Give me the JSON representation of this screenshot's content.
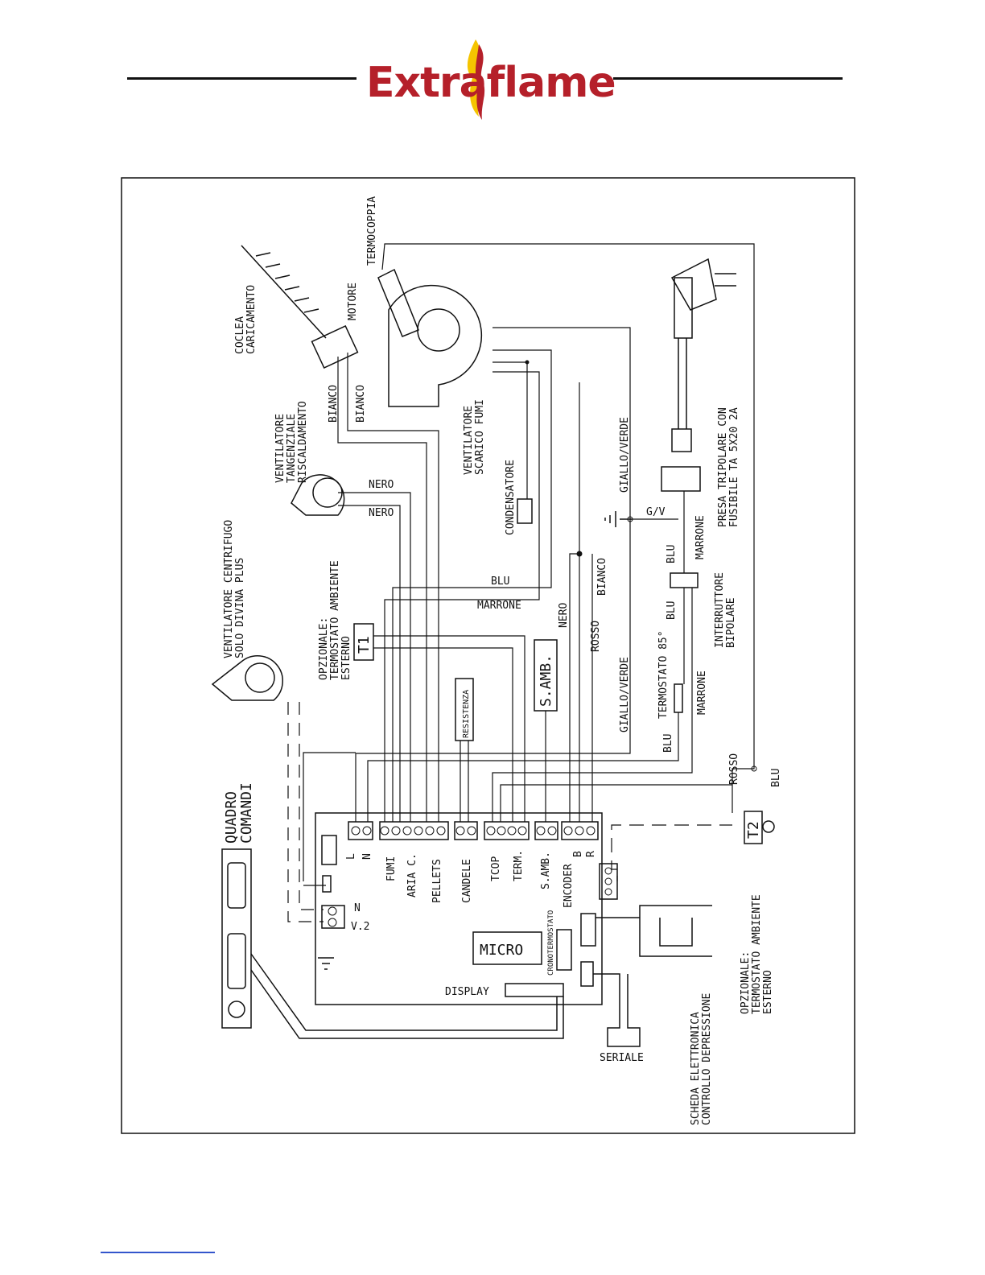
{
  "brand": {
    "name": "Extraflame",
    "color": "#b5202a",
    "flame_color": "#f5c400"
  },
  "labels": {
    "termocoppia": "TERMOCOPPIA",
    "motore": "MOTORE",
    "coclea_1": "COCLEA",
    "coclea_2": "CARICAMENTO",
    "vt_1": "VENTILATORE",
    "vt_2": "TANGENZIALE",
    "vt_3": "RISCALDAMENTO",
    "vsf_1": "VENTILATORE",
    "vsf_2": "SCARICO FUMI",
    "bianco_1": "BIANCO",
    "bianco_2": "BIANCO",
    "nero_1": "NERO",
    "nero_2": "NERO",
    "condensatore": "CONDENSATORE",
    "giallo_verde_1": "GIALLO/VERDE",
    "giallo_verde_2": "GIALLO/VERDE",
    "gv": "G/V",
    "presa_1": "PRESA TRIPOLARE CON",
    "presa_2": "FUSIBILE TA 5X20 2A",
    "marrone_1": "MARRONE",
    "marrone_2": "MARRONE",
    "marrone_3": "MARRONE",
    "blu_1": "BLU",
    "blu_2": "BLU",
    "blu_3": "BLU",
    "blu_4": "BLU",
    "blu_5": "BLU",
    "bianco_3": "BIANCO",
    "nero_3": "NERO",
    "rosso_1": "ROSSO",
    "rosso_2": "ROSSO",
    "interruttore_1": "INTERRUTTORE",
    "interruttore_2": "BIPOLARE",
    "termostato_85": "TERMOSTATO 85°",
    "vc_1": "VENTILATORE CENTRIFUGO",
    "vc_2": "SOLO DIVINA PLUS",
    "opz1_1": "OPZIONALE:",
    "opz1_2": "TERMOSTATO AMBIENTE",
    "opz1_3": "ESTERNO",
    "t1": "T1",
    "s_amb_box": "S.AMB.",
    "resistenza": "RESISTENZA",
    "quadro_1": "QUADRO",
    "quadro_2": "COMANDI",
    "term_l": "L",
    "term_n": "N",
    "term_fumi": "FUMI",
    "term_aria": "ARIA C.",
    "term_pellets": "PELLETS",
    "term_candele": "CANDELE",
    "term_tcop": "TCOP",
    "term_term": "TERM.",
    "term_samb": "S.AMB.",
    "term_encoder": "ENCODER",
    "term_b": "B",
    "term_r": "R",
    "cronotermostato": "CRONOTERMOSTATO",
    "micro": "MICRO",
    "display": "DISPLAY",
    "v2_n": "N",
    "v2_v": "V.2",
    "seriale": "SERIALE",
    "scheda_1": "SCHEDA ELETTRONICA",
    "scheda_2": "CONTROLLO DEPRESSIONE",
    "opz2_1": "OPZIONALE:",
    "opz2_2": "TERMOSTATO AMBIENTE",
    "opz2_3": "ESTERNO",
    "t2": "T2"
  }
}
